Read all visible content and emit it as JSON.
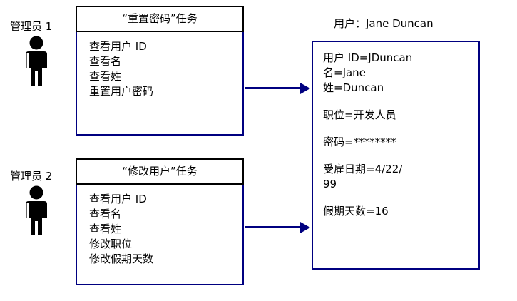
{
  "diagram": {
    "title": "",
    "colors": {
      "arrow": "#000080",
      "box_border_blue": "#000080",
      "header_border_black": "#000000",
      "text": "#000000",
      "background": "#ffffff"
    }
  },
  "actors": [
    {
      "label": "管理员 1",
      "icon": "person-icon"
    },
    {
      "label": "管理员 2",
      "icon": "person-icon"
    }
  ],
  "tasks": [
    {
      "header": "“重置密码”任务",
      "items": [
        "查看用户 ID",
        "查看名",
        "查看姓",
        "重置用户密码"
      ]
    },
    {
      "header": "“修改用户”任务",
      "items": [
        "查看用户 ID",
        "查看名",
        "查看姓",
        "修改职位",
        "修改假期天数"
      ]
    }
  ],
  "user": {
    "title": "用户：Jane Duncan",
    "attribute_groups": [
      {
        "lines": [
          "用户 ID=JDuncan",
          "名=Jane",
          "姓=Duncan"
        ]
      },
      {
        "lines": [
          "职位=开发人员"
        ]
      },
      {
        "lines": [
          "密码=********"
        ]
      },
      {
        "lines": [
          "受雇日期=4/22/",
          "99"
        ]
      },
      {
        "lines": [
          "假期天数=16"
        ]
      }
    ]
  },
  "arrows": [
    {
      "name": "arrow-task1-to-user",
      "from": "task-box-1",
      "to": "user-box"
    },
    {
      "name": "arrow-task2-to-user",
      "from": "task-box-2",
      "to": "user-box"
    }
  ]
}
